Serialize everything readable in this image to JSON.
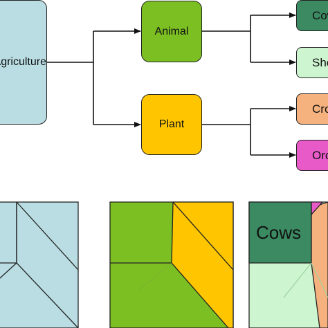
{
  "diagram": {
    "root": {
      "label": "Agriculture",
      "color": "#b9dde3"
    },
    "branches": [
      {
        "label": "Animal",
        "color": "#7cbf23",
        "leaves": [
          {
            "label": "Cows",
            "color": "#3c8a62"
          },
          {
            "label": "Sheep",
            "color": "#cdf5cf"
          }
        ]
      },
      {
        "label": "Plant",
        "color": "#ffc600",
        "leaves": [
          {
            "label": "Crops",
            "color": "#f6b27e"
          },
          {
            "label": "Orchards",
            "color": "#e85ac8"
          }
        ]
      }
    ]
  },
  "treemaps": [
    {
      "name": "agriculture-treemap"
    },
    {
      "name": "animal-plant-treemap"
    },
    {
      "name": "leaf-treemap",
      "label": "Cows"
    }
  ],
  "colors": {
    "stroke": "#222222",
    "arrow": "#111111",
    "background": "#ffffff"
  }
}
